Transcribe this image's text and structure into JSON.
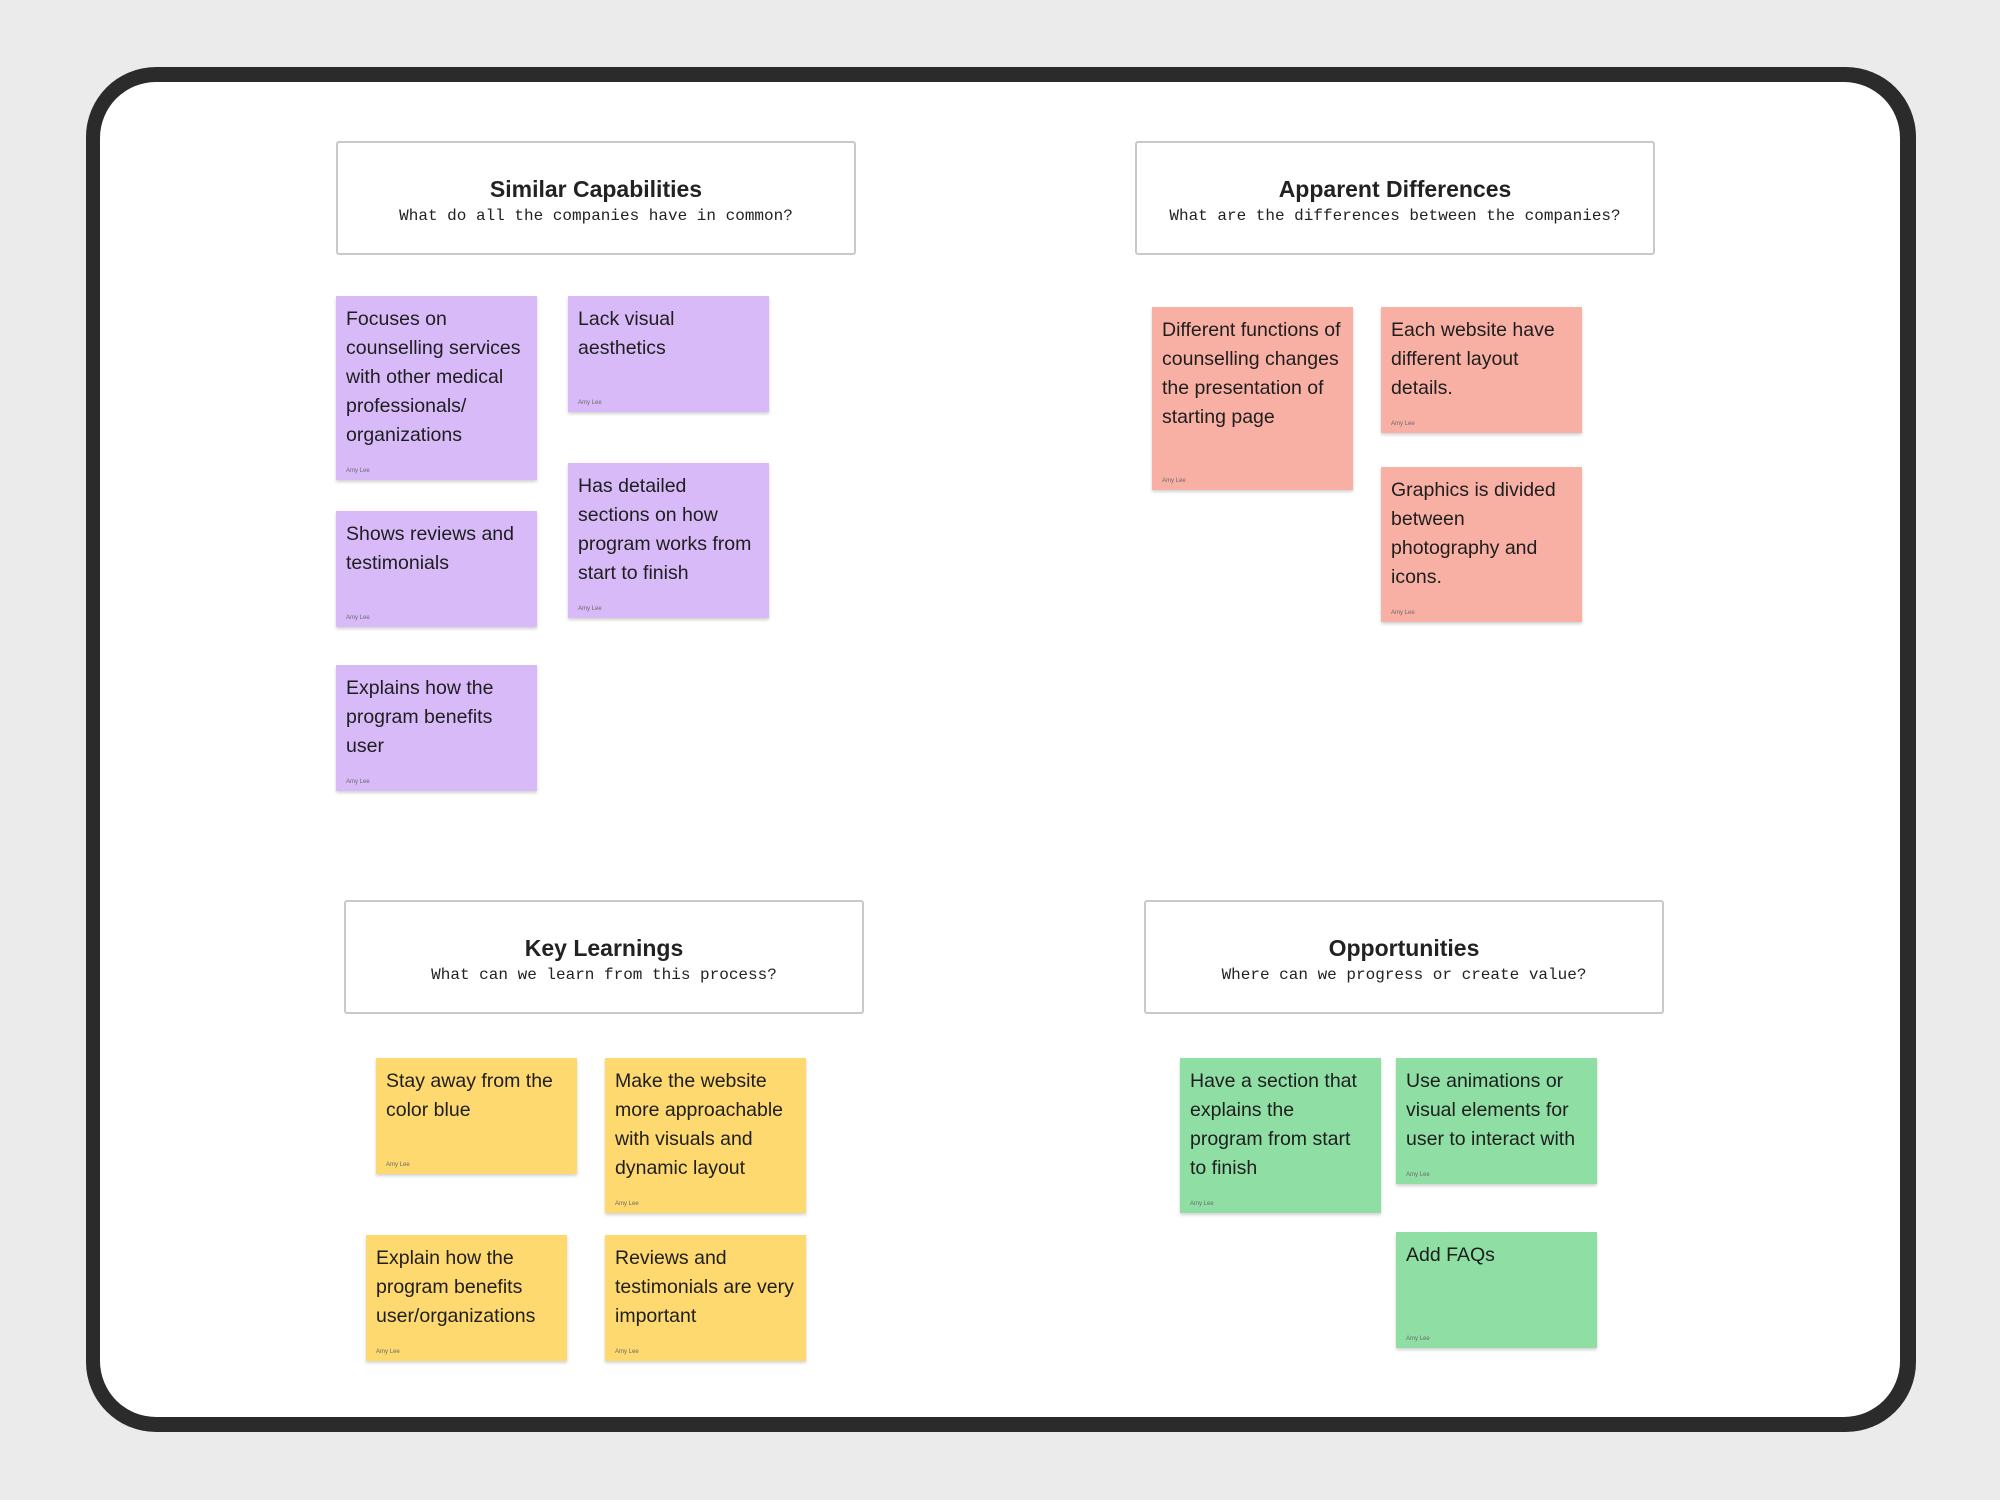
{
  "board": {
    "sections": [
      {
        "key": "similar",
        "title": "Similar Capabilities",
        "subtitle": "What do all the companies have in common?",
        "color": "#d8baf9",
        "notes": [
          {
            "text": "Focuses on counselling services with other medical professionals/ organizations",
            "author": "Amy Lee"
          },
          {
            "text": "Lack visual aesthetics",
            "author": "Amy Lee"
          },
          {
            "text": "Shows reviews and testimonials",
            "author": "Amy Lee"
          },
          {
            "text": "Has detailed sections on how program works from start to finish",
            "author": "Amy Lee"
          },
          {
            "text": "Explains how the program benefits user",
            "author": "Amy Lee"
          }
        ]
      },
      {
        "key": "differences",
        "title": "Apparent Differences",
        "subtitle": "What are the differences between the companies?",
        "color": "#f9b0a4",
        "notes": [
          {
            "text": "Different functions of counselling changes the presentation of starting page",
            "author": "Amy Lee"
          },
          {
            "text": "Each website have different layout details.",
            "author": "Amy Lee"
          },
          {
            "text": "Graphics is divided between photography and icons.",
            "author": "Amy Lee"
          }
        ]
      },
      {
        "key": "learnings",
        "title": "Key Learnings",
        "subtitle": "What can we learn from this process?",
        "color": "#fdd96f",
        "notes": [
          {
            "text": "Stay away from the color blue",
            "author": "Amy Lee"
          },
          {
            "text": "Make the website more approachable with visuals and dynamic layout",
            "author": "Amy Lee"
          },
          {
            "text": "Explain how the program benefits user/organizations",
            "author": "Amy Lee"
          },
          {
            "text": "Reviews and testimonials are very important",
            "author": "Amy Lee"
          }
        ]
      },
      {
        "key": "opportunities",
        "title": "Opportunities",
        "subtitle": "Where can we progress or create value?",
        "color": "#8fdfa5",
        "notes": [
          {
            "text": "Have a section that explains the program from start to finish",
            "author": "Amy Lee"
          },
          {
            "text": "Use animations or visual elements for user to interact with",
            "author": "Amy Lee"
          },
          {
            "text": "Add FAQs",
            "author": "Amy Lee"
          }
        ]
      }
    ]
  }
}
